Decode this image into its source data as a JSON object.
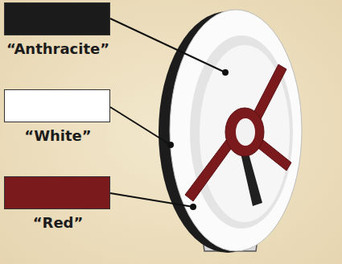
{
  "diagram": {
    "legend": [
      {
        "text": "“Anthracite”",
        "color": "#1b1b1b"
      },
      {
        "text": "“White”",
        "color": "#ffffff"
      },
      {
        "text": "“Red”",
        "color": "#7a1a1c"
      }
    ]
  }
}
